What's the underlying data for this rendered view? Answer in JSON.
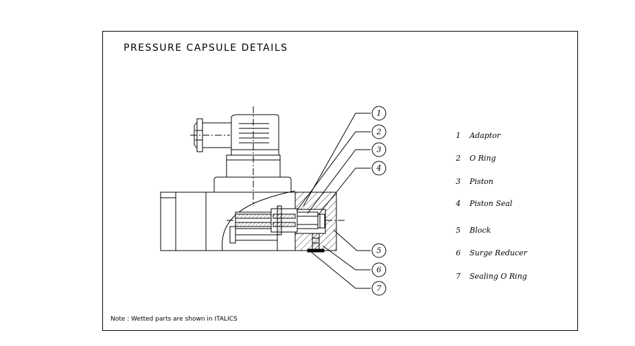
{
  "title": "PRESSURE CAPSULE DETAILS",
  "note": "Note : Wetted parts are shown in ITALICS",
  "callouts": [
    "1",
    "2",
    "3",
    "4",
    "5",
    "6",
    "7"
  ],
  "legend": [
    {
      "num": "1",
      "label": "Adaptor"
    },
    {
      "num": "2",
      "label": "O Ring"
    },
    {
      "num": "3",
      "label": "Piston"
    },
    {
      "num": "4",
      "label": "Piston Seal"
    },
    {
      "num": "5",
      "label": "Block"
    },
    {
      "num": "6",
      "label": "Surge Reducer"
    },
    {
      "num": "7",
      "label": "Sealing O Ring"
    }
  ]
}
